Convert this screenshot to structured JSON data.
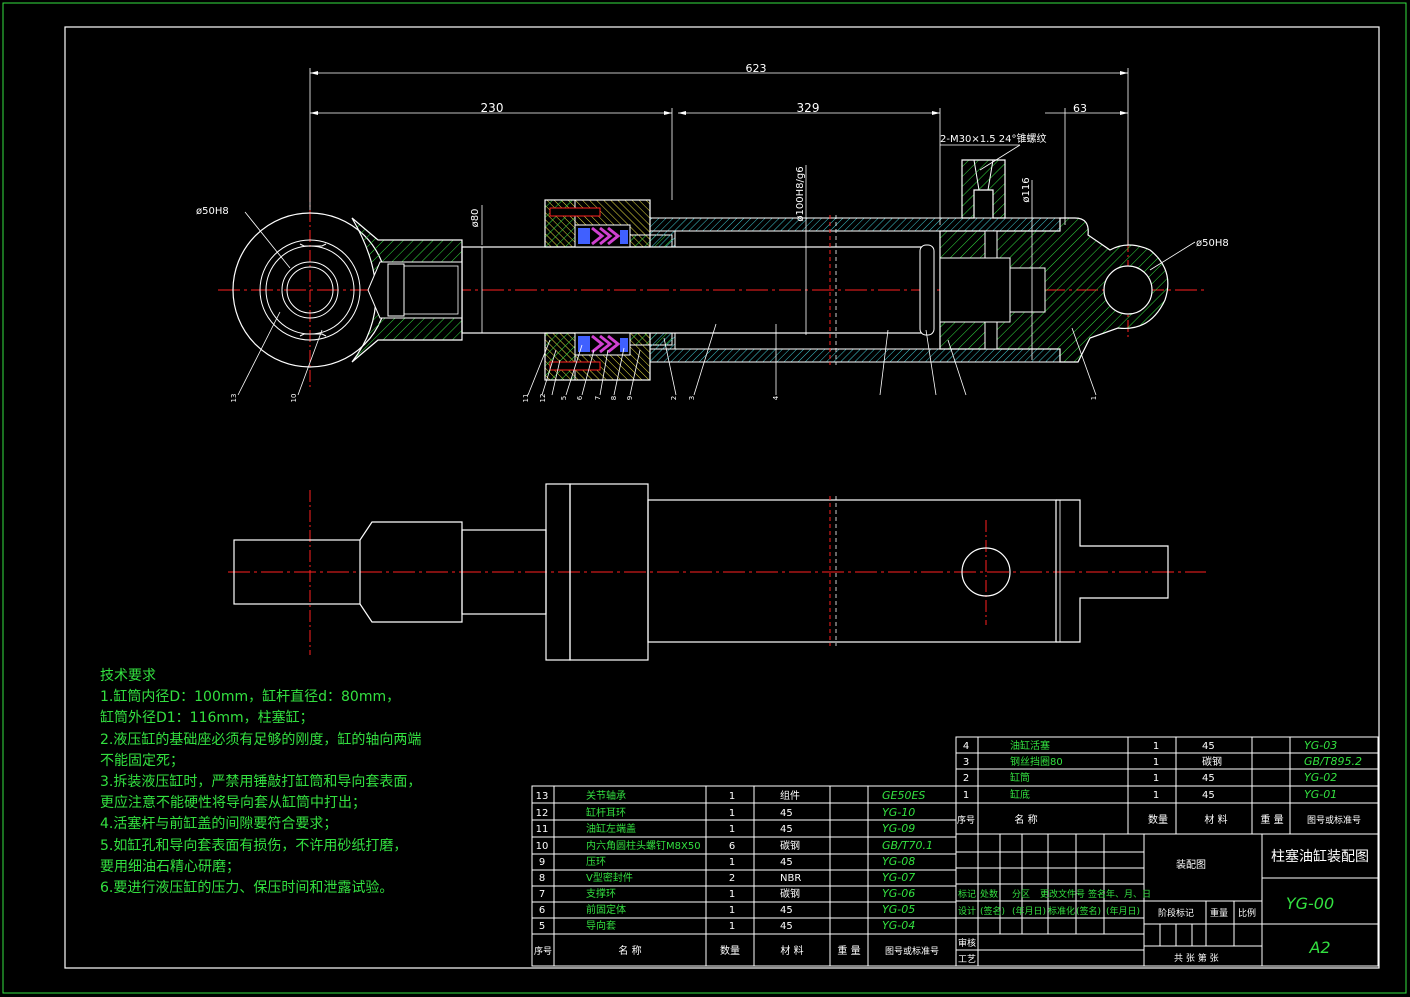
{
  "dimensions": {
    "overall": "623",
    "left": "230",
    "middle": "329",
    "right": "63",
    "thread": "2-M30×1.5 24°锥螺纹",
    "eye_left": "ø50H8",
    "eye_right": "ø50H8",
    "rod": "ø80",
    "bore": "ø100H8/g6",
    "outer": "ø116"
  },
  "part_leaders": [
    "13",
    "10",
    "11",
    "12",
    "5",
    "6",
    "7",
    "8",
    "9",
    "2",
    "3",
    "4",
    "1"
  ],
  "requirements": {
    "title": "技术要求",
    "lines": [
      "1.缸筒内径D：100mm，缸杆直径d：80mm，",
      "缸筒外径D1：116mm，柱塞缸；",
      "2.液压缸的基础座必须有足够的刚度，缸的轴向两端",
      "不能固定死；",
      "3.拆装液压缸时，严禁用锤敲打缸筒和导向套表面，",
      "更应注意不能硬性将导向套从缸筒中打出；",
      "4.活塞杆与前缸盖的间隙要符合要求；",
      "5.如缸孔和导向套表面有损伤，不许用砂纸打磨，",
      "要用细油石精心研磨；",
      "6.要进行液压缸的压力、保压时间和泄露试验。"
    ]
  },
  "bom_left": {
    "rows": [
      {
        "no": "13",
        "name": "关节轴承",
        "qty": "1",
        "mat": "组件",
        "code": "GE50ES"
      },
      {
        "no": "12",
        "name": "缸杆耳环",
        "qty": "1",
        "mat": "45",
        "code": "YG-10"
      },
      {
        "no": "11",
        "name": "油缸左端盖",
        "qty": "1",
        "mat": "45",
        "code": "YG-09"
      },
      {
        "no": "10",
        "name": "内六角圆柱头螺钉M8X50",
        "qty": "6",
        "mat": "碳钢",
        "code": "GB/T70.1"
      },
      {
        "no": "9",
        "name": "压环",
        "qty": "1",
        "mat": "45",
        "code": "YG-08"
      },
      {
        "no": "8",
        "name": "V型密封件",
        "qty": "2",
        "mat": "NBR",
        "code": "YG-07"
      },
      {
        "no": "7",
        "name": "支撑环",
        "qty": "1",
        "mat": "碳钢",
        "code": "YG-06"
      },
      {
        "no": "6",
        "name": "前固定体",
        "qty": "1",
        "mat": "45",
        "code": "YG-05"
      },
      {
        "no": "5",
        "name": "导向套",
        "qty": "1",
        "mat": "45",
        "code": "YG-04"
      }
    ],
    "header": {
      "no": "序号",
      "name": "名  称",
      "qty": "数量",
      "mat": "材  料",
      "weight": "重  量",
      "code": "图号或标准号"
    }
  },
  "bom_right": {
    "rows": [
      {
        "no": "4",
        "name": "油缸活塞",
        "qty": "1",
        "mat": "45",
        "code": "YG-03"
      },
      {
        "no": "3",
        "name": "钢丝挡圈80",
        "qty": "1",
        "mat": "碳钢",
        "code": "GB/T895.2"
      },
      {
        "no": "2",
        "name": "缸筒",
        "qty": "1",
        "mat": "45",
        "code": "YG-02"
      },
      {
        "no": "1",
        "name": "缸底",
        "qty": "1",
        "mat": "45",
        "code": "YG-01"
      }
    ],
    "header": {
      "no": "序号",
      "name": "名  称",
      "qty": "数量",
      "mat": "材  料",
      "weight": "重  量",
      "code": "图号或标准号"
    }
  },
  "title_block": {
    "drawing_kind": "装配图",
    "title": "柱塞油缸装配图",
    "number": "YG-00",
    "size": "A2",
    "r1": [
      "标记",
      "处数",
      "分区",
      "更改文件号",
      "签名",
      "年、月、日"
    ],
    "r2": [
      "设计",
      "(签名)",
      "(年月日)",
      "标准化",
      "(签名)",
      "(年月日)"
    ],
    "stage": "阶段标记",
    "weight": "重量",
    "scale": "比例",
    "audit": "审核",
    "process": "工艺",
    "sheets": "共    张  第   张"
  },
  "colors": {
    "outline": "#ffffff",
    "green": "#33e040",
    "center": "#ff2020",
    "cyan": "#40c8d0",
    "magenta": "#d040d0",
    "yellow": "#e8e040",
    "blue": "#4060ff"
  }
}
